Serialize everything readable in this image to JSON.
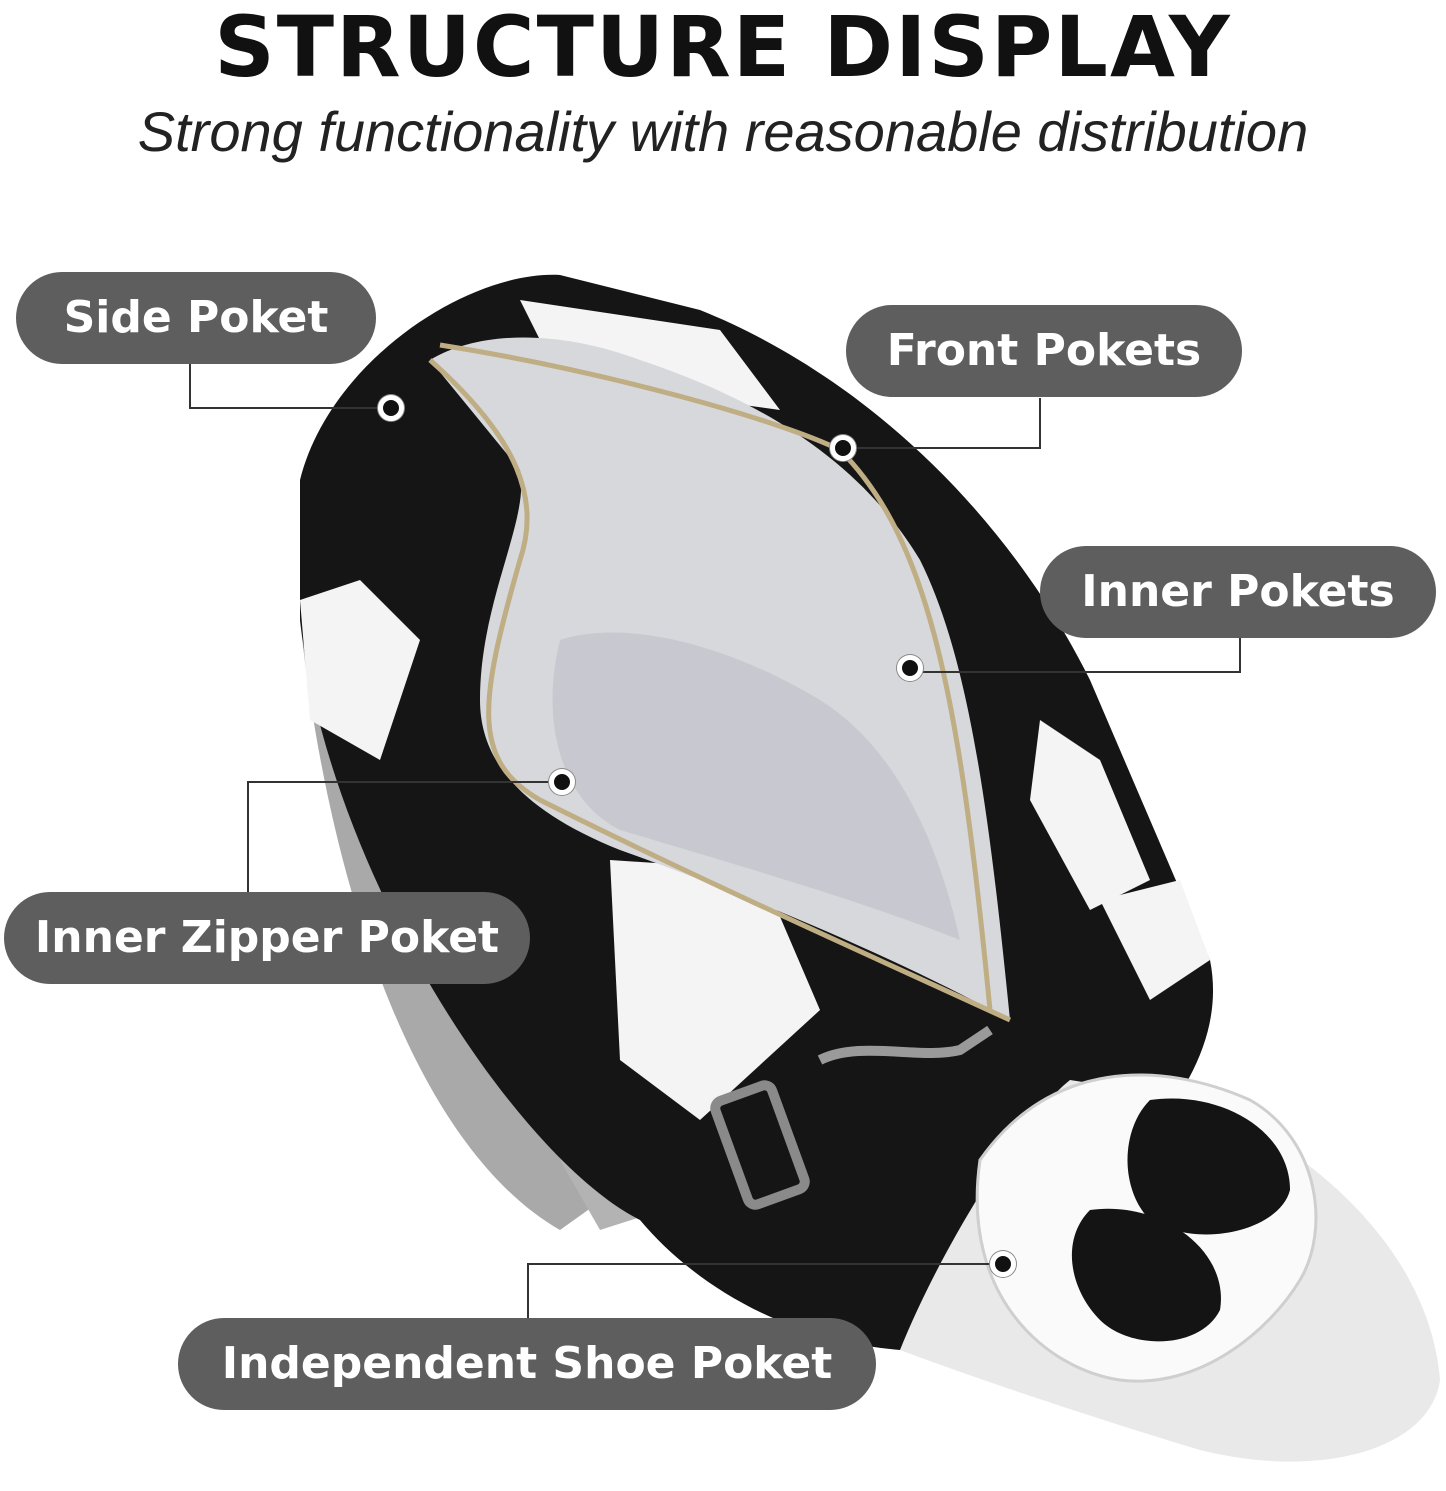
{
  "title": "STRUCTURE DISPLAY",
  "subtitle": "Strong functionality with reasonable distribution",
  "callouts": {
    "side_poket": "Side Poket",
    "front_pokets": "Front Pokets",
    "inner_pokets": "Inner Pokets",
    "inner_zipper_poket": "Inner Zipper Poket",
    "independent_shoe_poket": "Independent Shoe Poket"
  },
  "colors": {
    "label_bg": "#5e5e5e",
    "label_text": "#ffffff",
    "bag_black": "#151515",
    "bag_white": "#f4f4f4",
    "lining_grey": "#d7d8dc",
    "strap_grey": "#a9a9a9"
  }
}
